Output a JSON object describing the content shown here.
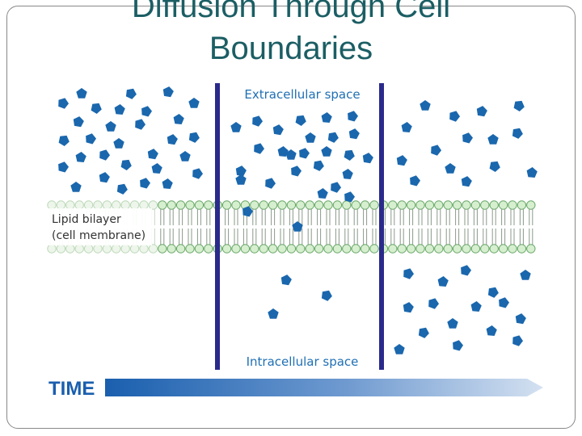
{
  "slide": {
    "title_line1": "Diffusion Through Cell",
    "title_line2": "Boundaries"
  },
  "diagram": {
    "extracellular_label": "Extracellular space",
    "intracellular_label": "Intracellular space",
    "membrane_label_line1": "Lipid bilayer",
    "membrane_label_line2": "(cell membrane)",
    "time_label": "TIME",
    "colors": {
      "molecule": "#1a67ad",
      "divider": "#2a2a8c",
      "lipid_fill_dim": "#eef6ec",
      "lipid_fill": "#d6efcf",
      "lipid_stroke": "#6aa86a",
      "text_blue": "#1f6fb4",
      "title": "#1b5e64"
    }
  }
}
